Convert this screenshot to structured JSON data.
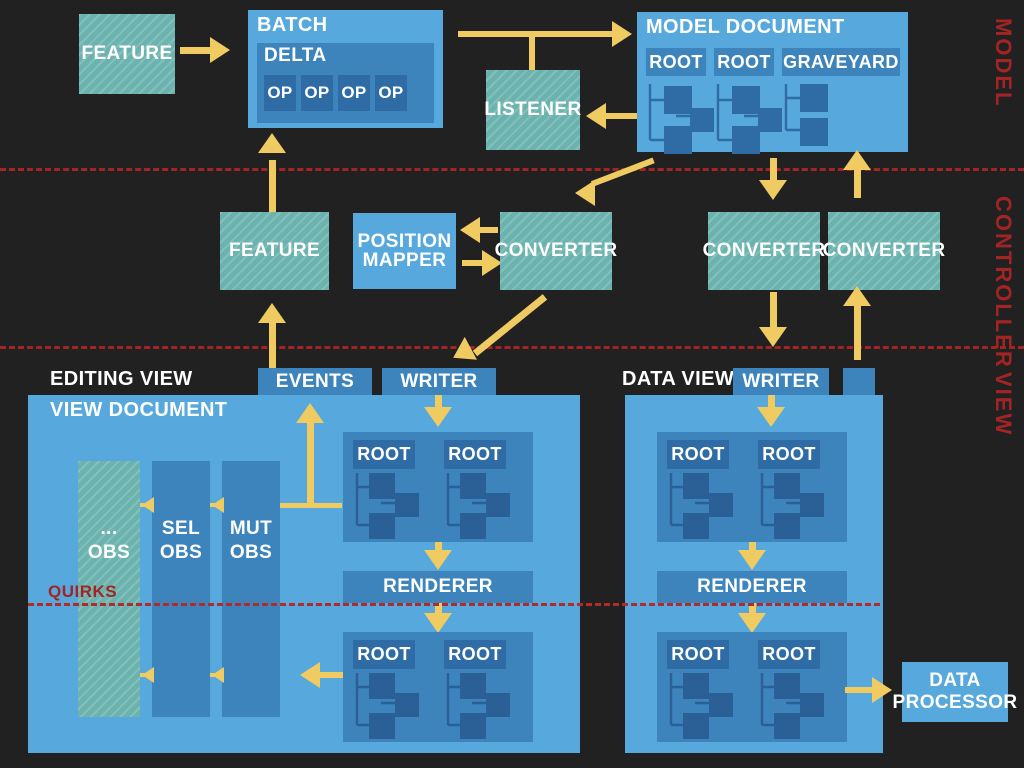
{
  "bands": [
    {
      "label": "MODEL"
    },
    {
      "label": "CONTROLLER"
    },
    {
      "label": "VIEW"
    }
  ],
  "model": {
    "feature": "FEATURE",
    "batch": {
      "title": "BATCH",
      "delta": "DELTA",
      "ops": [
        "OP",
        "OP",
        "OP",
        "OP"
      ]
    },
    "listener": "LISTENER",
    "document": {
      "title": "MODEL DOCUMENT",
      "roots": [
        "ROOT",
        "ROOT",
        "GRAVEYARD"
      ]
    }
  },
  "controller": {
    "feature": "FEATURE",
    "position_mapper": "POSITION\nMAPPER",
    "position_mapper_line1": "POSITION",
    "position_mapper_line2": "MAPPER",
    "converters": [
      "CONVERTER",
      "CONVERTER",
      "CONVERTER"
    ]
  },
  "view": {
    "editing": {
      "title": "EDITING VIEW",
      "document_title": "VIEW DOCUMENT",
      "tabs": [
        "EVENTS",
        "WRITER"
      ],
      "observers": [
        {
          "line1": "...",
          "line2": "OBS",
          "hatched": true
        },
        {
          "line1": "SEL",
          "line2": "OBS",
          "hatched": false
        },
        {
          "line1": "MUT",
          "line2": "OBS",
          "hatched": false
        }
      ],
      "roots_top": [
        "ROOT",
        "ROOT"
      ],
      "renderer": "RENDERER",
      "roots_bottom": [
        "ROOT",
        "ROOT"
      ]
    },
    "data": {
      "title": "DATA VIEW",
      "tabs": [
        "WRITER",
        ""
      ],
      "roots_top": [
        "ROOT",
        "ROOT"
      ],
      "renderer": "RENDERER",
      "roots_bottom": [
        "ROOT",
        "ROOT"
      ]
    },
    "quirks": "QUIRKS",
    "data_processor_line1": "DATA",
    "data_processor_line2": "PROCESSOR"
  },
  "colors": {
    "background": "#222121",
    "teal": "#6bb3ae",
    "panel_blue": "#56a8dd",
    "mid_blue": "#3d84bd",
    "node_blue": "#2f6ca5",
    "arrow_gold": "#f0cb62",
    "band_red": "#a32424"
  }
}
